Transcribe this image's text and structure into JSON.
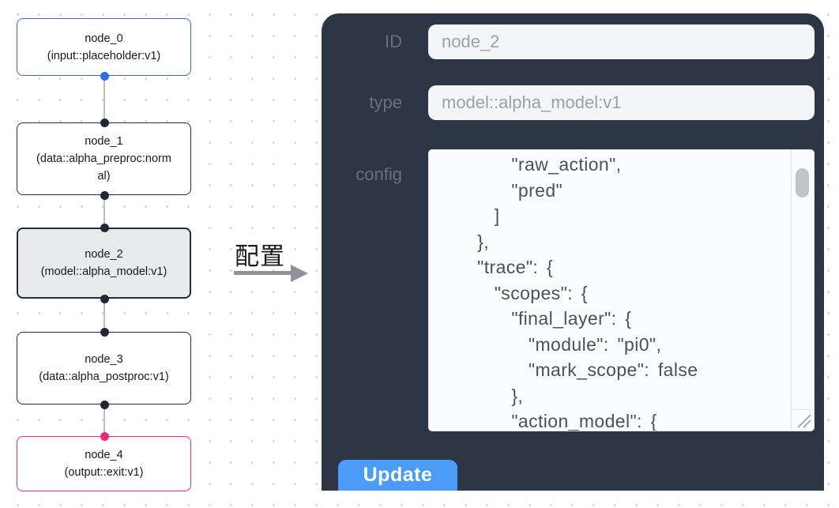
{
  "flow": {
    "nodes": [
      {
        "title": "node_0",
        "subtitle": "(input::placeholder:v1)",
        "state": "input"
      },
      {
        "title": "node_1",
        "subtitle": "(data::alpha_preproc:normal)",
        "state": "default"
      },
      {
        "title": "node_2",
        "subtitle": "(model::alpha_model:v1)",
        "state": "selected"
      },
      {
        "title": "node_3",
        "subtitle": "(data::alpha_postproc:v1)",
        "state": "default"
      },
      {
        "title": "node_4",
        "subtitle": "(output::exit:v1)",
        "state": "output"
      }
    ]
  },
  "transfer": {
    "label": "配置"
  },
  "panel": {
    "id_field": {
      "label": "ID",
      "value": "node_2"
    },
    "type_field": {
      "label": "type",
      "value": "model::alpha_model:v1"
    },
    "config_field": {
      "label": "config",
      "value": "        \"raw_action\",\n        \"pred\"\n      ]\n    },\n    \"trace\": {\n      \"scopes\": {\n        \"final_layer\": {\n          \"module\": \"pi0\",\n          \"mark_scope\": false\n        },\n        \"action_model\": {"
    },
    "update_button": "Update"
  },
  "colors": {
    "panel_bg": "#2d3644",
    "accent_blue_button": "#4a9cf8",
    "node_input_border": "#3e68cb",
    "node_default_border": "#242d3c",
    "node_selected_bg": "#e9eaec",
    "node_output_border": "#e82c82",
    "port_blue": "#2e6de5",
    "port_dark": "#1f2835",
    "port_pink": "#f0267c"
  }
}
